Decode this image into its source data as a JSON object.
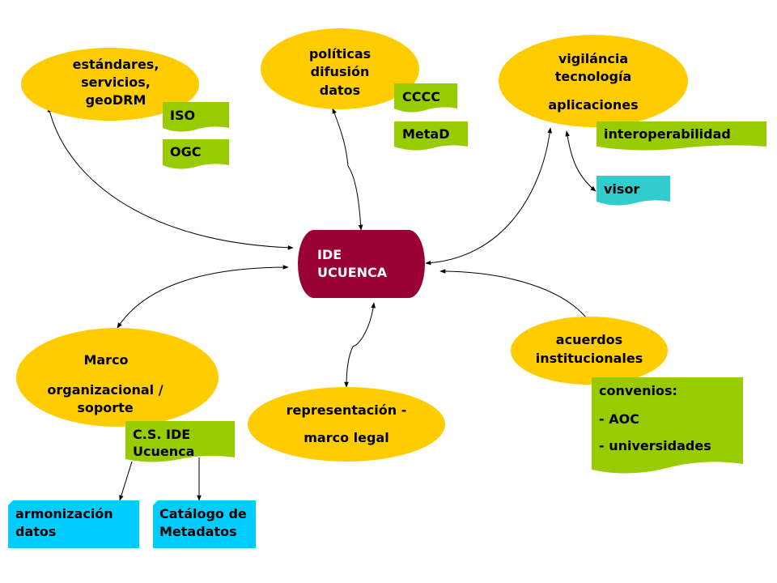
{
  "nodes": {
    "center": [
      "IDE",
      "UCUENCA"
    ],
    "estandares": [
      "estándares,",
      "servicios,",
      "geoDRM"
    ],
    "politicas": [
      "políticas",
      "difusión",
      "datos"
    ],
    "vigilancia": [
      "vigiláncia",
      "tecnología",
      "aplicaciones"
    ],
    "marco": [
      "Marco",
      "organizacional /",
      "soporte"
    ],
    "representacion": [
      "representación -",
      "marco legal"
    ],
    "acuerdos": [
      "acuerdos",
      "institucionales"
    ]
  },
  "tags": {
    "iso": "ISO",
    "ogc": "OGC",
    "cccc": "CCCC",
    "metad": "MetaD",
    "interoperabilidad": "interoperabilidad",
    "visor": "visor",
    "convenios": [
      "convenios:",
      "- AOC",
      "- universidades"
    ],
    "cs_ide": [
      "C.S. IDE",
      "Ucuenca"
    ],
    "armonizacion": [
      "armonización",
      "datos"
    ],
    "catalogo": [
      "Catálogo de",
      "Metadatos"
    ]
  },
  "colors": {
    "ellipse": "#ffcc00",
    "green_tag": "#99cc00",
    "cyan_tag": "#33cccc",
    "blue_tag": "#00ccff",
    "center": "#990033"
  }
}
